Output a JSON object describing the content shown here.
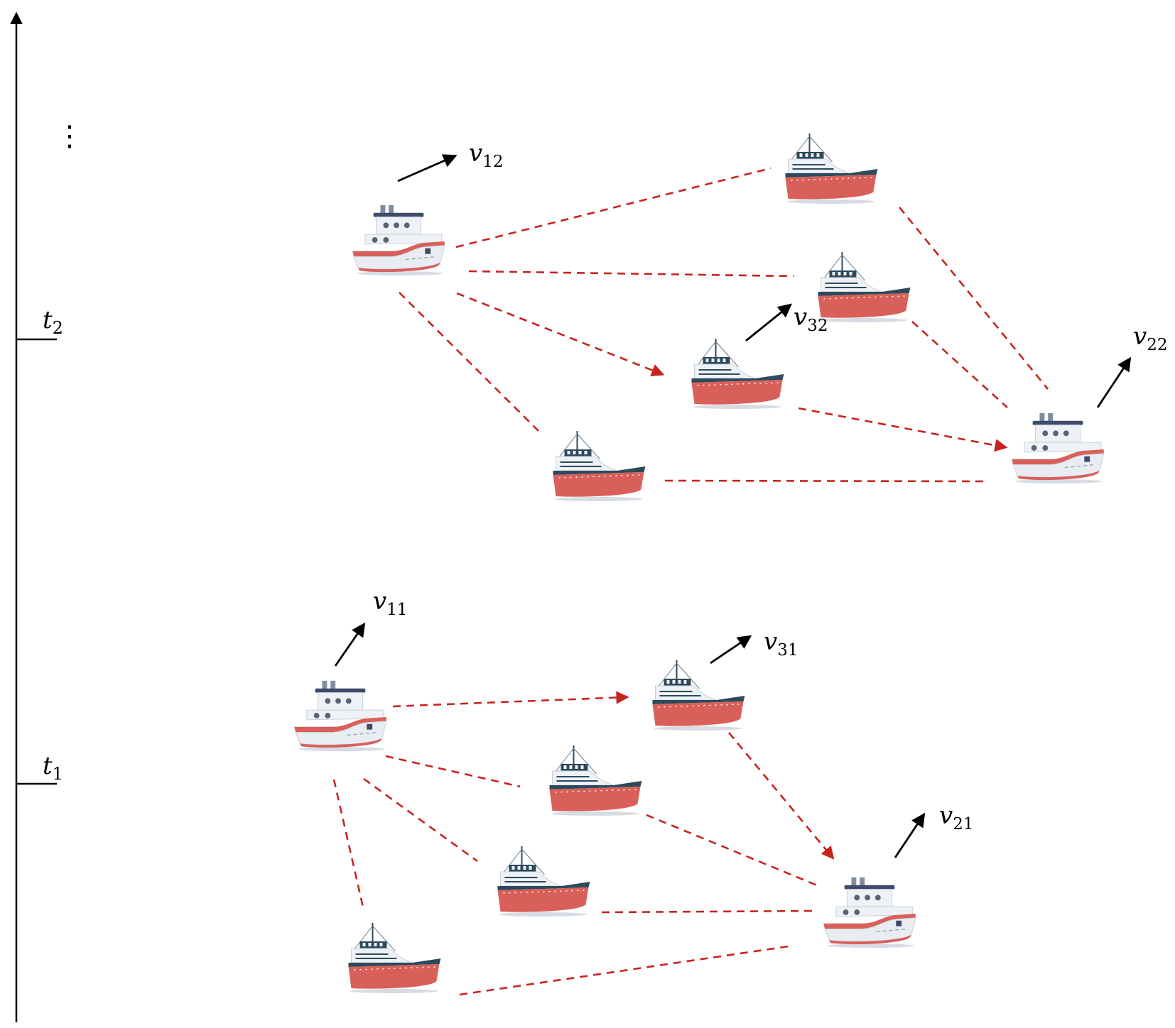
{
  "time_axis": {
    "ticks": [
      {
        "base": "t",
        "sub": "1"
      },
      {
        "base": "t",
        "sub": "2"
      }
    ],
    "continuation": "⋮"
  },
  "colors": {
    "link": "#c8231f",
    "velocity": "#000000",
    "hull_red": "#d9605a",
    "hull_dark": "#2d4a5c",
    "cabin": "#eef1f5",
    "cabin_shade": "#c9d1dc"
  },
  "icons": {
    "vehicle": "tugboat-icon",
    "neighbor": "fishing-boat-icon"
  },
  "velocity_labels": [
    {
      "id": "v11",
      "base": "v",
      "sub": "11"
    },
    {
      "id": "v21",
      "base": "v",
      "sub": "21"
    },
    {
      "id": "v31",
      "base": "v",
      "sub": "31"
    },
    {
      "id": "v12",
      "base": "v",
      "sub": "12"
    },
    {
      "id": "v22",
      "base": "v",
      "sub": "22"
    },
    {
      "id": "v32",
      "base": "v",
      "sub": "32"
    }
  ]
}
